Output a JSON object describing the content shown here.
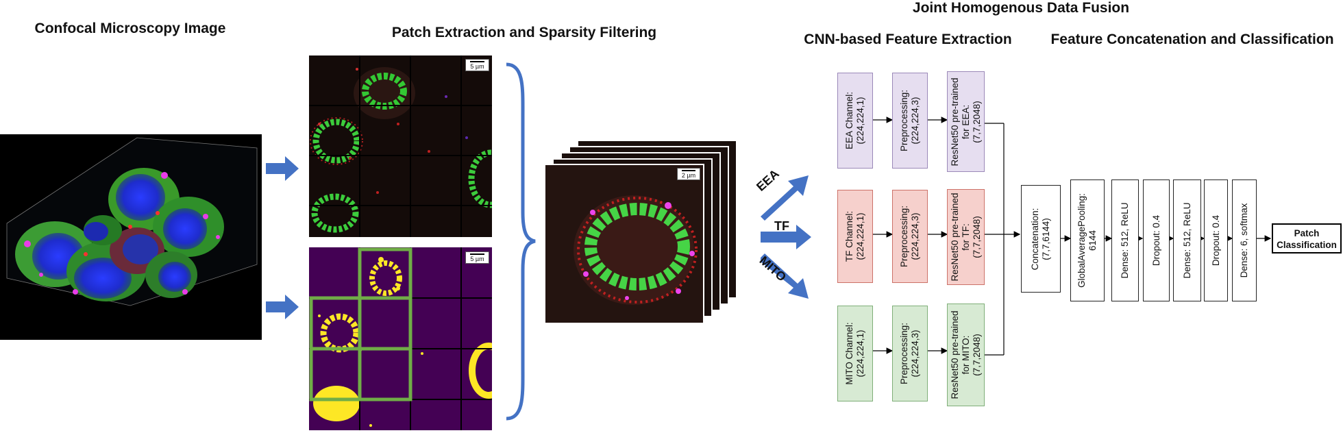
{
  "titles": {
    "microscopy": "Confocal Microscopy Image",
    "patch": "Patch Extraction and Sparsity Filtering",
    "fusion": "Joint Homogenous Data Fusion",
    "cnn": "CNN-based Feature Extraction",
    "concat": "Feature Concatenation and Classification"
  },
  "scale_bars": {
    "grid": "5 µm",
    "stack": "2 µm"
  },
  "channel_arrows": [
    "EEA",
    "TF",
    "MITO"
  ],
  "branches": [
    {
      "channel": [
        "EEA Channel:",
        "(224,224,1)"
      ],
      "preprocessing": [
        "Preprocessing:",
        "(224,224,3)"
      ],
      "resnet": [
        "ResNet50 pre-trained",
        "for EEA:",
        "(7,7,2048)"
      ],
      "color": "#e6def0"
    },
    {
      "channel": [
        "TF Channel:",
        "(224,224,1)"
      ],
      "preprocessing": [
        "Preprocessing:",
        "(224,224,3)"
      ],
      "resnet": [
        "ResNet50 pre-trained",
        "for TF:",
        "(7,7,2048)"
      ],
      "color": "#f6d0cc"
    },
    {
      "channel": [
        "MITO Channel:",
        "(224,224,1)"
      ],
      "preprocessing": [
        "Preprocessing:",
        "(224,224,3)"
      ],
      "resnet": [
        "ResNet50 pre-trained",
        "for MITO:",
        "(7,7,2048)"
      ],
      "color": "#d7ead3"
    }
  ],
  "head": {
    "concatenation": [
      "Concatenation:",
      "(7,7,6144)"
    ],
    "pooling": [
      "GlobalAveragePooling:",
      "6144"
    ],
    "dense1": [
      "Dense: 512, ReLU"
    ],
    "dropout1": [
      "Dropout: 0.4"
    ],
    "dense2": [
      "Dense: 512, ReLU"
    ],
    "dropout2": [
      "Dropout: 0.4"
    ],
    "dense3": [
      "Dense: 6, softmax"
    ],
    "output": [
      "Patch",
      "Classification"
    ]
  },
  "colors": {
    "arrow_blue": "#4472c4",
    "grid_green": "#70ad47",
    "mask_purple": "#440154",
    "mask_yellow": "#fde725"
  }
}
